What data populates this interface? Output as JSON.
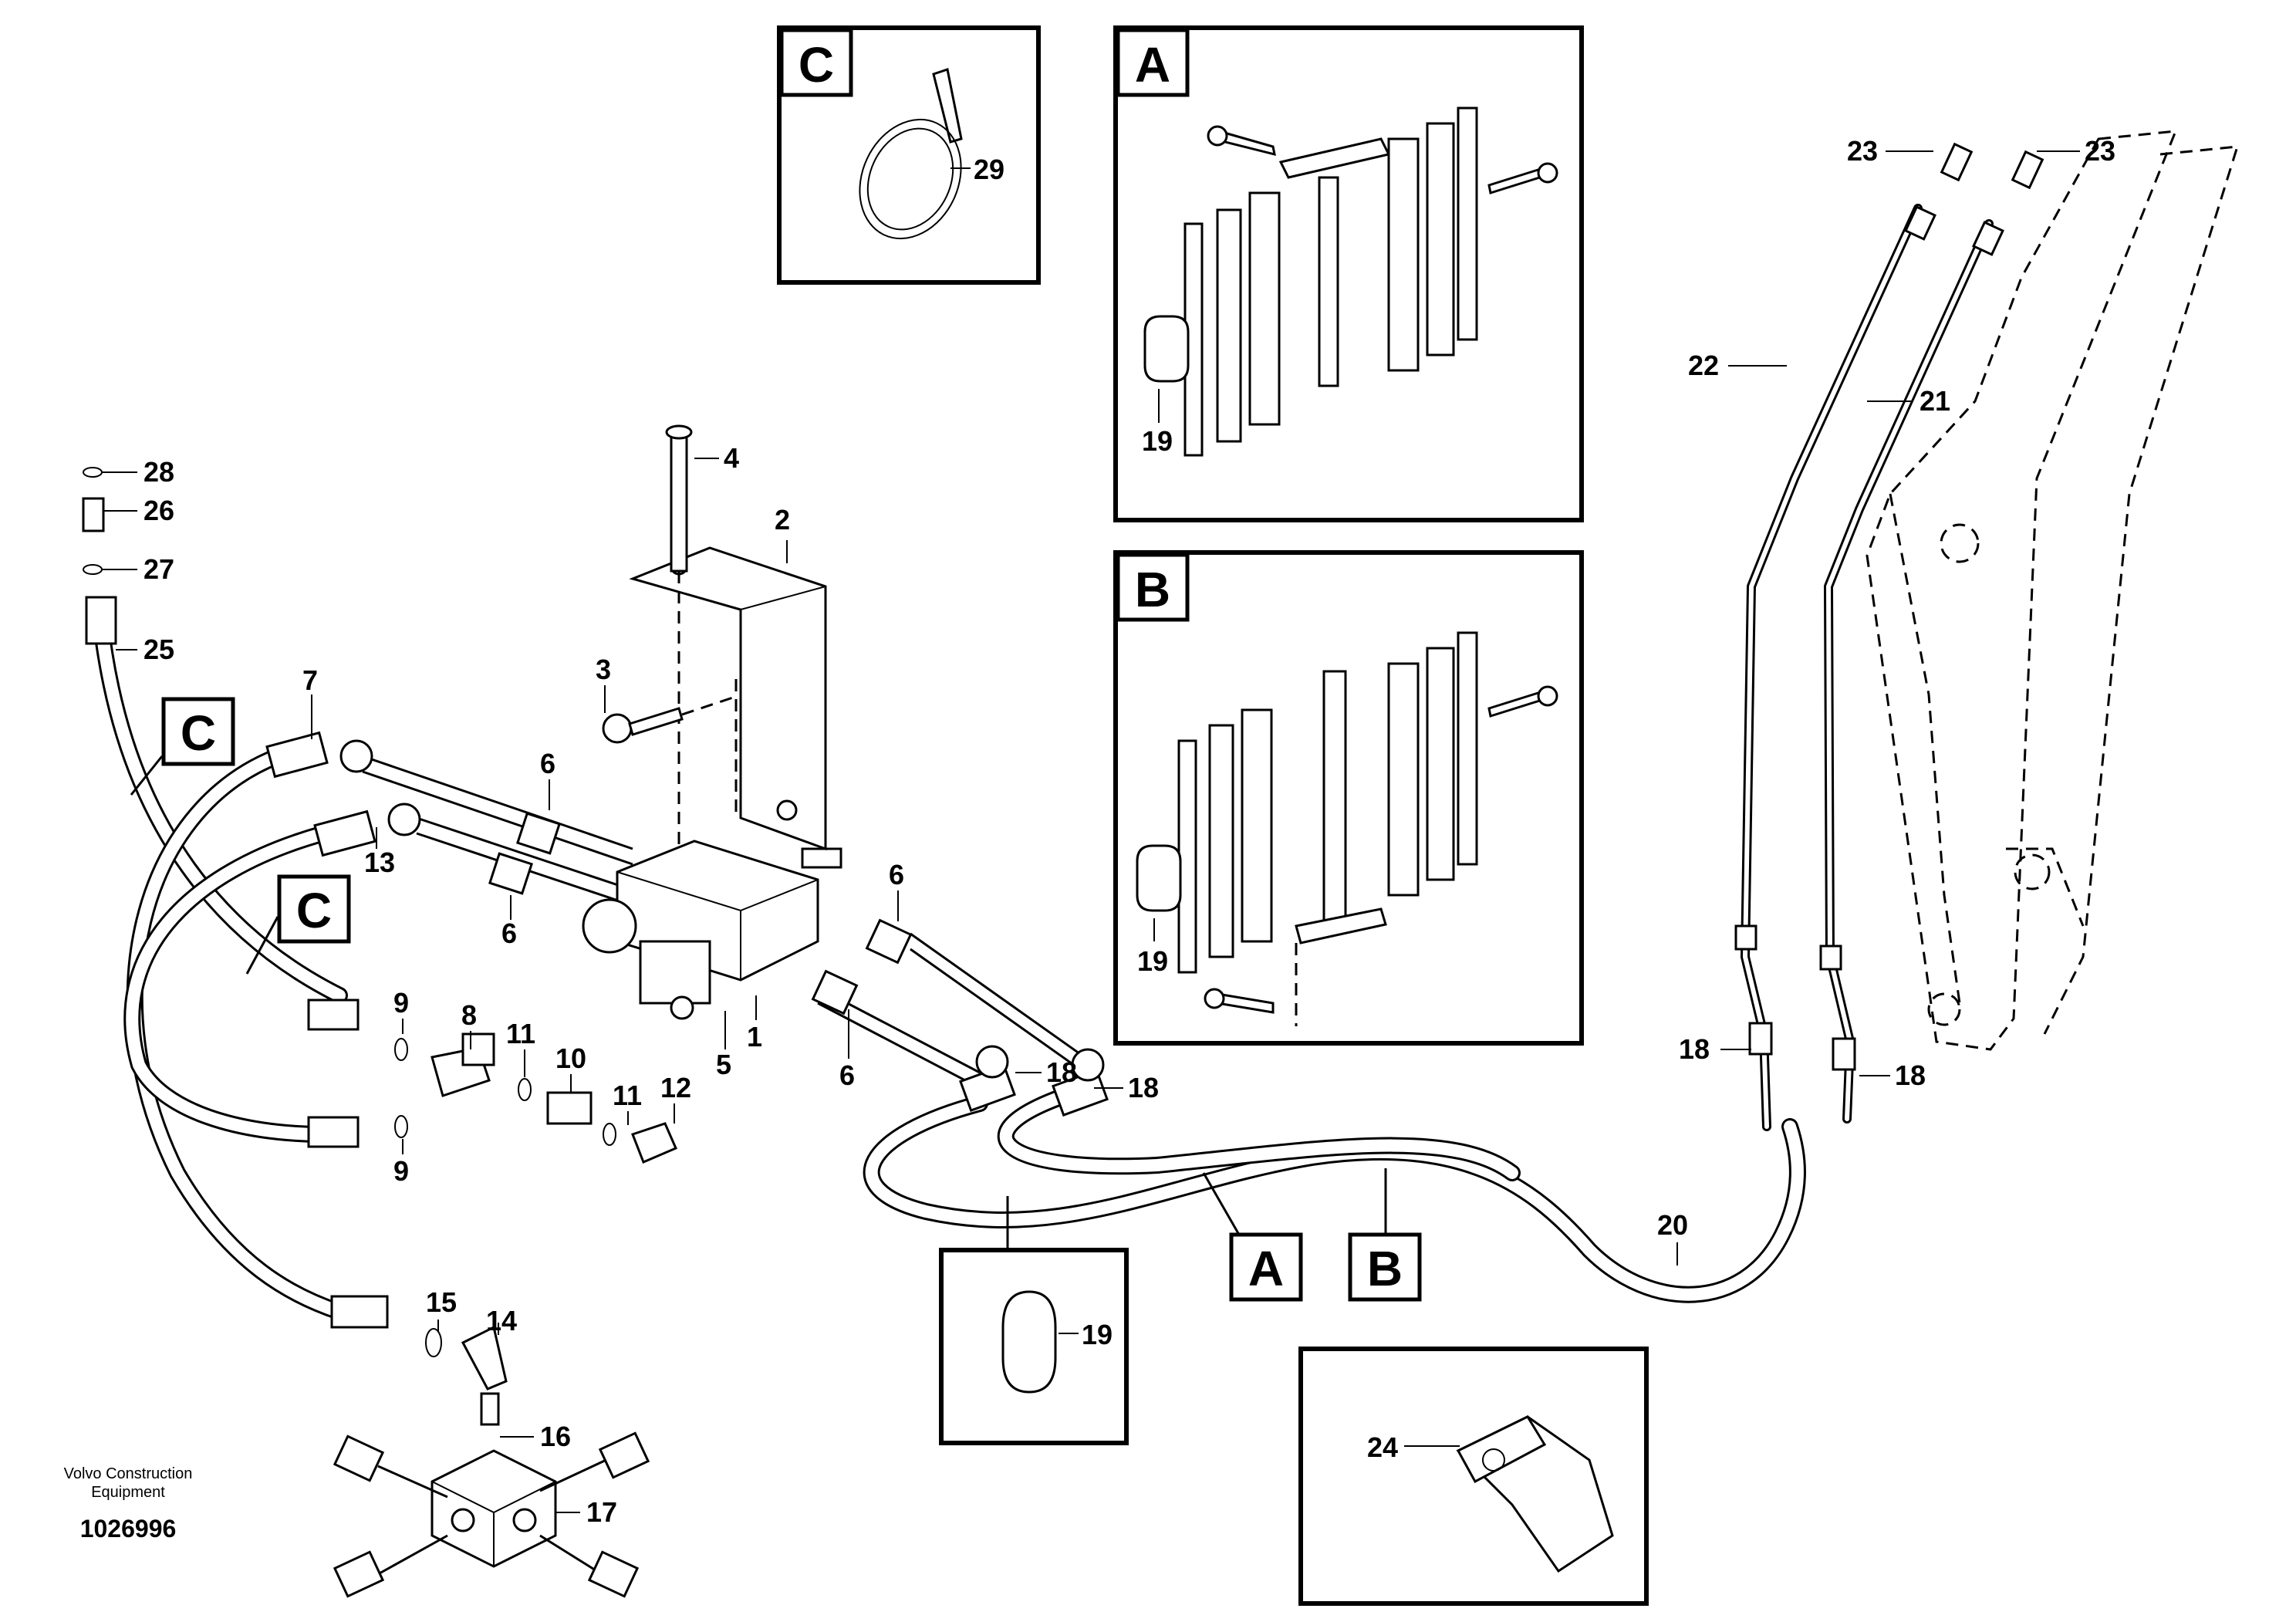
{
  "callouts": {
    "c1": "1",
    "c2": "2",
    "c3": "3",
    "c4": "4",
    "c5": "5",
    "c6a": "6",
    "c6b": "6",
    "c6c": "6",
    "c6d": "6",
    "c7": "7",
    "c8": "8",
    "c9a": "9",
    "c9b": "9",
    "c10": "10",
    "c11a": "11",
    "c11b": "11",
    "c12": "12",
    "c13": "13",
    "c14": "14",
    "c15": "15",
    "c16": "16",
    "c17": "17",
    "c18a": "18",
    "c18b": "18",
    "c18c": "18",
    "c18d": "18",
    "c19a": "19",
    "c19b": "19",
    "c19c": "19",
    "c20": "20",
    "c21": "21",
    "c22": "22",
    "c23a": "23",
    "c23b": "23",
    "c24": "24",
    "c25": "25",
    "c26": "26",
    "c27": "27",
    "c28": "28",
    "c29": "29"
  },
  "detail_labels": {
    "a_box": "A",
    "b_box": "B",
    "c_box": "C",
    "a_ref": "A",
    "b_ref": "B",
    "c_ref1": "C",
    "c_ref2": "C"
  },
  "footer": {
    "maker_line1": "Volvo Construction",
    "maker_line2": "Equipment",
    "drawing_id": "1026996"
  }
}
